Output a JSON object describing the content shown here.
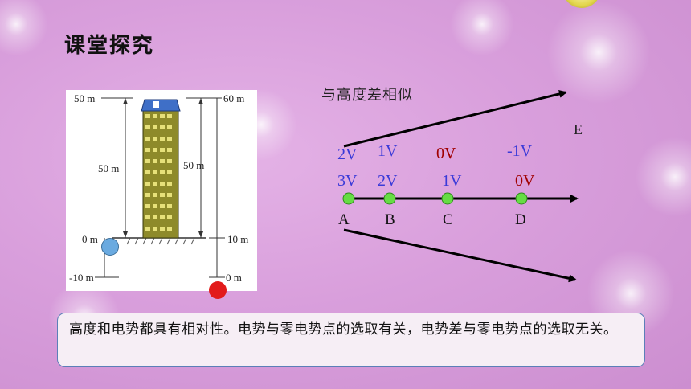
{
  "page": {
    "title": "课堂探究",
    "similar_label": "与高度差相似"
  },
  "building_figure": {
    "labels": {
      "left_top": "50 m",
      "left_mid": "50 m",
      "left_ground": "0 m",
      "left_bottom": "-10 m",
      "right_top": "60 m",
      "right_mid": "50 m",
      "right_ground": "10 m",
      "right_bottom": "0 m"
    },
    "markers": {
      "blue": "#6aaae0",
      "red": "#e21b1b"
    }
  },
  "potential_diagram": {
    "field_label": "E",
    "points": [
      "A",
      "B",
      "C",
      "D"
    ],
    "row_upper": [
      {
        "text": "2V",
        "color": "#3a3ad8"
      },
      {
        "text": "1V",
        "color": "#3a3ad8"
      },
      {
        "text": "0V",
        "color": "#a00000"
      },
      {
        "text": "-1V",
        "color": "#3a3ad8"
      }
    ],
    "row_lower": [
      {
        "text": "3V",
        "color": "#3a3ad8"
      },
      {
        "text": "2V",
        "color": "#3a3ad8"
      },
      {
        "text": "1V",
        "color": "#3a3ad8"
      },
      {
        "text": "0V",
        "color": "#a00000"
      }
    ],
    "point_color": "#66dd44"
  },
  "note": {
    "text": "高度和电势都具有相对性。电势与零电势点的选取有关，电势差与零电势点的选取无关。"
  }
}
